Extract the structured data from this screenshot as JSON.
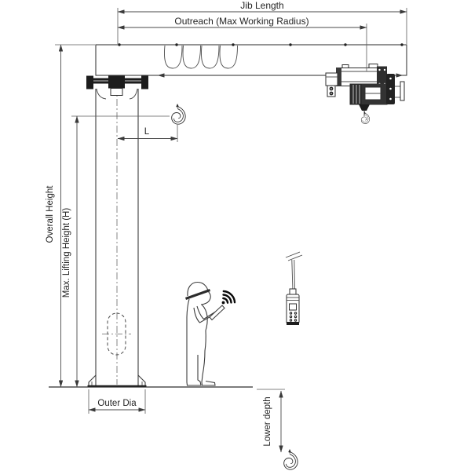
{
  "diagram_type": "jib-crane-dimension-drawing",
  "labels": {
    "jib_length": "Jib Length",
    "outreach": "Outreach (Max Working Radius)",
    "overall_height": "Overall Height",
    "max_lifting_height": "Max. Lifting Height (H)",
    "hook_distance": "L",
    "outer_dia": "Outer Dia",
    "lower_depth": "Lower depth"
  },
  "colors": {
    "background": "#ffffff",
    "line": "#3d3d3d",
    "dark_fill": "#1c1c1c",
    "text": "#242424"
  },
  "icons": {
    "wireless_signal": "wifi-arcs",
    "load_hook": "crane-hook-spiral"
  }
}
